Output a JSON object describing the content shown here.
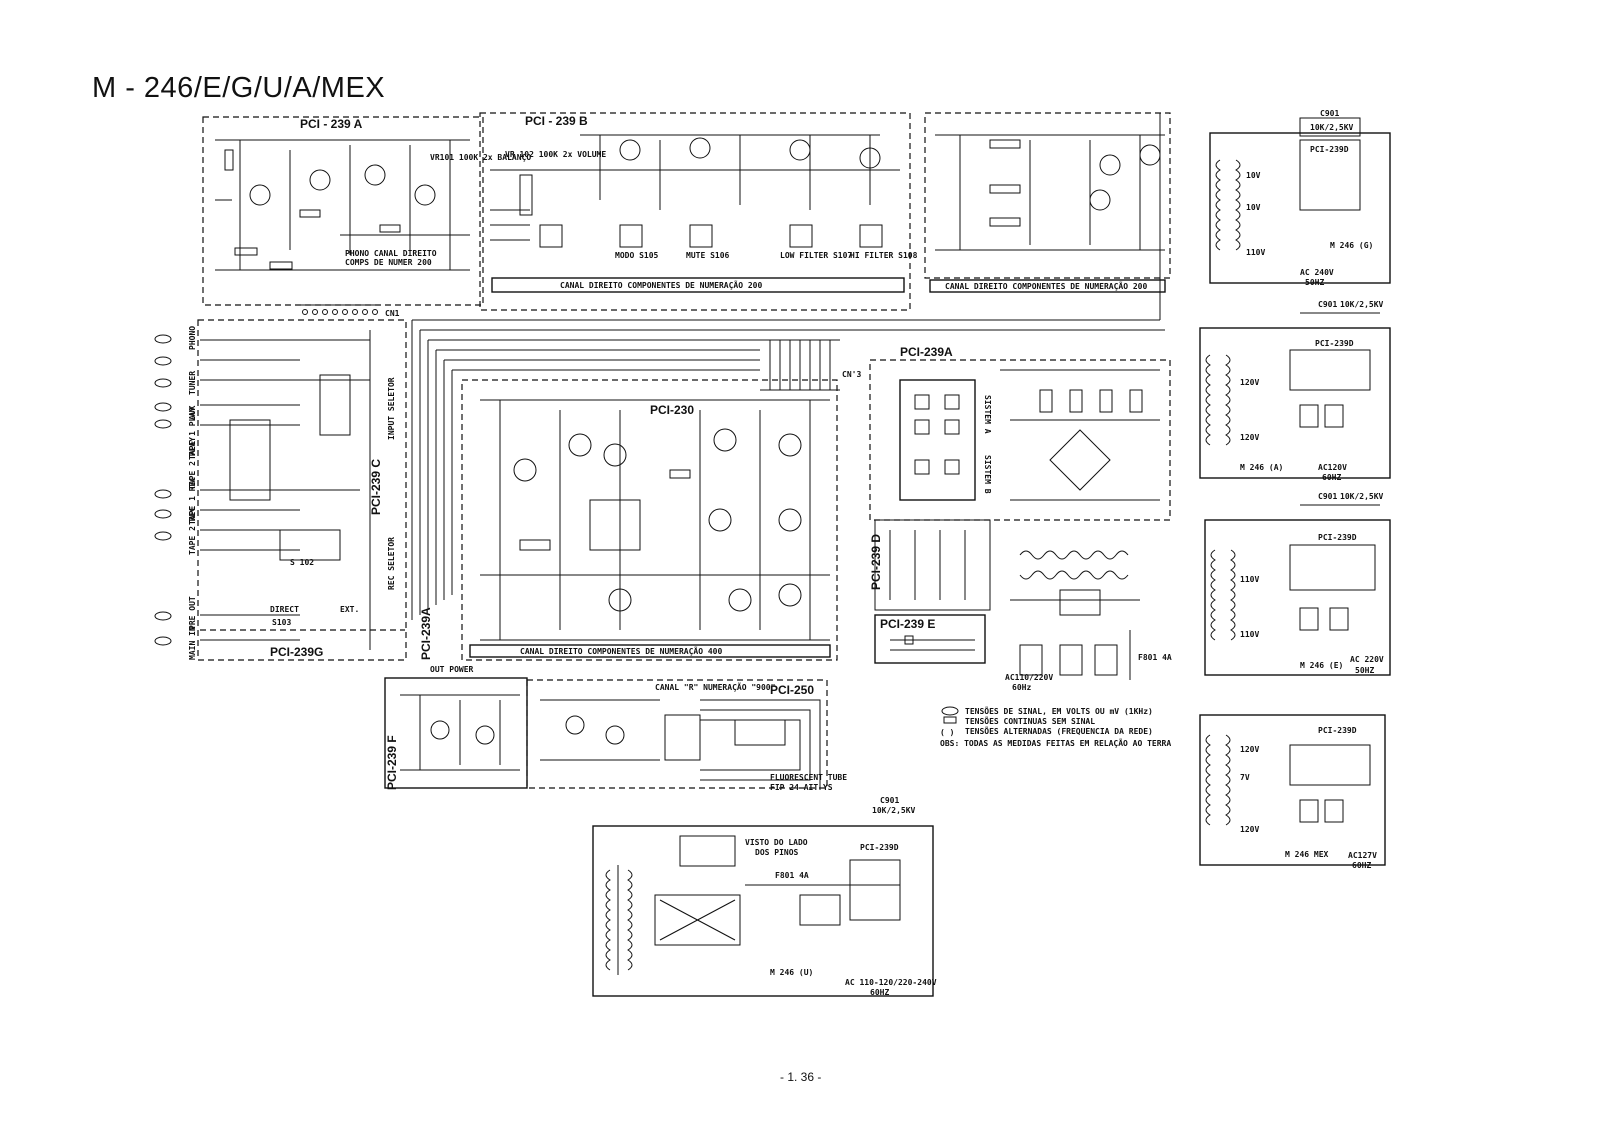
{
  "title": "M - 246/E/G/U/A/MEX",
  "page_number": "- 1. 36 -",
  "boards": {
    "pci_239a": "PCI - 239 A",
    "pci_239b": "PCI - 239 B",
    "pci_239c": "PCI-239 C",
    "pci_239g": "PCI-239G",
    "pci_239a_lower": "PCI-239A",
    "pci_239a_vertical": "PCI-239A",
    "pci_230": "PCI-230",
    "pci_239e": "PCI-239 E",
    "pci_239f": "PCI-239 F",
    "pci_239d_side": "PCI-239 D",
    "pci_250": "PCI-250"
  },
  "ribbons": {
    "right_channel_200_top": "CANAL DIREITO COMPONENTES DE NUMERAÇÃO 200",
    "right_channel_200_right": "CANAL DIREITO COMPONENTES DE NUMERAÇÃO 200",
    "right_channel_400": "CANAL DIREITO COMPONENTES DE NUMERAÇÃO 400",
    "phono_note": "PHONO CANAL DIREITO",
    "phono_note_2": "COMPS DE NUMER 200",
    "pci250_note": "CANAL \"R\" NUMERAÇÃO \"900\""
  },
  "labels": {
    "volume": "VR 102 100K 2x VOLUME",
    "balance": "VR101 100K 2x BALANÇO",
    "modo": "MODO S105",
    "mute": "MUTE S106",
    "low_filter": "LOW FILTER S107",
    "hi_filter": "HI FILTER S108",
    "input_selector": "INPUT SELETOR",
    "rec_selector": "REC SELETOR",
    "direct": "DIRECT",
    "ext": "EXT.",
    "s103": "S103",
    "s102": "S 102",
    "cn1": "CN1",
    "cn3": "CN'3",
    "out_power": "OUT POWER",
    "fluor_tube": "FLUORESCENT TUBE",
    "fluor_part": "FIP 24 AIT YS",
    "visto": "VISTO DO LADO",
    "visto2": "DOS PINOS",
    "f801": "F801 4A",
    "w246u": "M 246 (U)",
    "ac_u": "AC 110-120/220-240V",
    "ac_u_hz": "60HZ",
    "c901_bottom": "C901",
    "c901_bottom_val": "10K/2,5KV",
    "ac_main": "AC110/220V",
    "ac_main_hz": "60Hz",
    "f801_main": "F801 4A",
    "sistem_a": "SISTEM A",
    "sistem_b": "SISTEM B",
    "inputs": [
      "PHONO",
      "TUNER",
      "AUX",
      "TAPE 1 PLAY",
      "TAPE 2 PLAY",
      "TAPE 1 REC",
      "TAPE 2 REC",
      "PRE OUT",
      "MAIN IN"
    ]
  },
  "legend": {
    "signal": "TENSÕES DE SINAL, EM VOLTS OU mV (1KHz)",
    "dc": "TENSÕES CONTINUAS SEM SINAL",
    "ac": "TENSÕES ALTERNADAS (FREQUENCIA DA REDE)",
    "note": "OBS: TODAS AS MEDIDAS FEITAS EM RELAÇÃO AO TERRA"
  },
  "side_panels": [
    {
      "pci": "PCI-239D",
      "cap": "C901",
      "cap_val": "10K/2,5KV",
      "model": "M 246 (G)",
      "ac": "AC 240V",
      "hz": "50HZ",
      "taps": [
        "10V",
        "10V",
        "110V"
      ]
    },
    {
      "pci": "PCI-239D",
      "cap": "C901",
      "cap_val": "10K/2,5KV",
      "model": "M 246 (A)",
      "ac": "AC120V",
      "hz": "60HZ",
      "taps": [
        "120V",
        "120V"
      ]
    },
    {
      "pci": "PCI-239D",
      "cap": "C901",
      "cap_val": "10K/2,5KV",
      "model": "M 246 (E)",
      "ac": "AC 220V",
      "hz": "50HZ",
      "taps": [
        "110V",
        "110V"
      ]
    },
    {
      "pci": "PCI-239D",
      "cap": "",
      "cap_val": "",
      "model": "M 246 MEX",
      "ac": "AC127V",
      "hz": "60HZ",
      "taps": [
        "120V",
        "7V",
        "120V"
      ]
    }
  ]
}
